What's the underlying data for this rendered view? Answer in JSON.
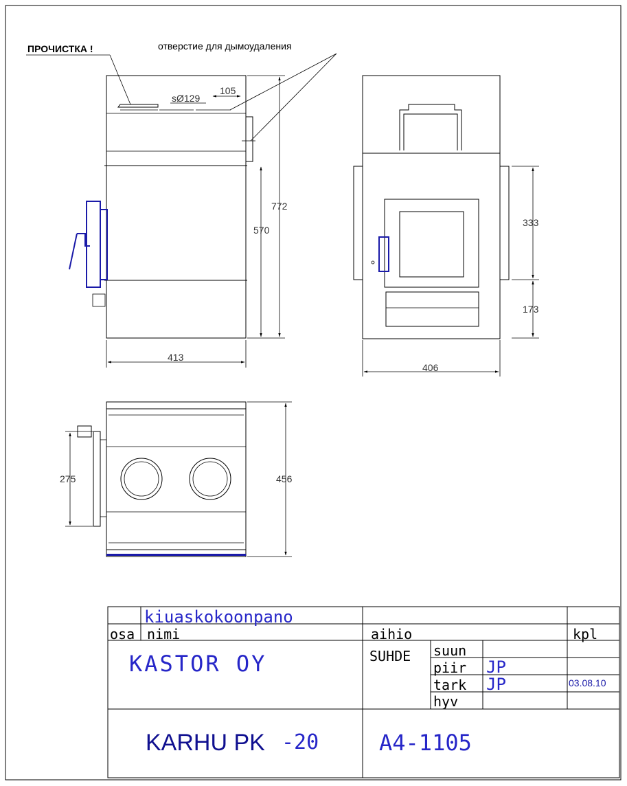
{
  "annotations": {
    "cleanout": "ПРОЧИСТКА !",
    "smoke_outlet": "отверстие для дымоудаления",
    "pipe_dim": "sØ129"
  },
  "dimensions": {
    "side_top_offset": "105",
    "side_height_total": "772",
    "side_height_body": "570",
    "side_width": "413",
    "front_upper": "333",
    "front_lower": "173",
    "front_width": "406",
    "top_door": "275",
    "top_depth": "456"
  },
  "title_block": {
    "drawing_name": "kiuaskokoonpano",
    "col_osa": "osa",
    "col_nimi": "nimi",
    "col_aihio": "aihio",
    "col_kpl": "kpl",
    "company": "KASTOR OY",
    "suhde": "SUHDE",
    "suun": "suun",
    "piir": "piir",
    "piir_val": "JP",
    "tark": "tark",
    "tark_val": "JP",
    "date": "03.08.10",
    "hyv": "hyv",
    "product": "KARHU PK",
    "product_suffix": "-20",
    "sheet": "A4-1105"
  }
}
